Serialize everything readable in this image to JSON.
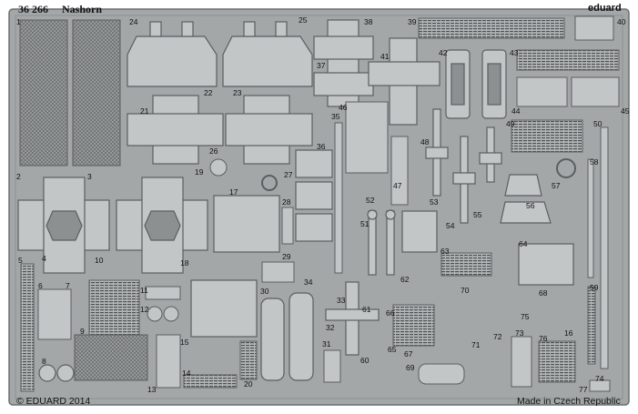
{
  "sheet": {
    "code": "36 266",
    "name": "Nashorn",
    "brand": "eduard",
    "copyright": "© EDUARD 2014",
    "origin": "Made in Czech Republic"
  },
  "part_numbers": [
    "1",
    "2",
    "3",
    "4",
    "5",
    "6",
    "7",
    "8",
    "9",
    "10",
    "11",
    "12",
    "13",
    "14",
    "15",
    "16",
    "17",
    "18",
    "19",
    "20",
    "21",
    "22",
    "23",
    "24",
    "25",
    "26",
    "27",
    "28",
    "29",
    "30",
    "31",
    "32",
    "33",
    "34",
    "35",
    "36",
    "37",
    "38",
    "39",
    "40",
    "41",
    "42",
    "43",
    "44",
    "45",
    "46",
    "47",
    "48",
    "49",
    "50",
    "51",
    "52",
    "53",
    "54",
    "55",
    "56",
    "57",
    "58",
    "59",
    "60",
    "61",
    "62",
    "63",
    "64",
    "65",
    "66",
    "67",
    "68",
    "69",
    "70",
    "71",
    "72",
    "73",
    "74",
    "75",
    "76",
    "77"
  ],
  "colors": {
    "fret": "#a4a7a8",
    "frame": "#8d9091",
    "part": "#c3c6c7",
    "outline": "#5b5e60",
    "mesh": "#7c7f80",
    "text": "#111111"
  }
}
